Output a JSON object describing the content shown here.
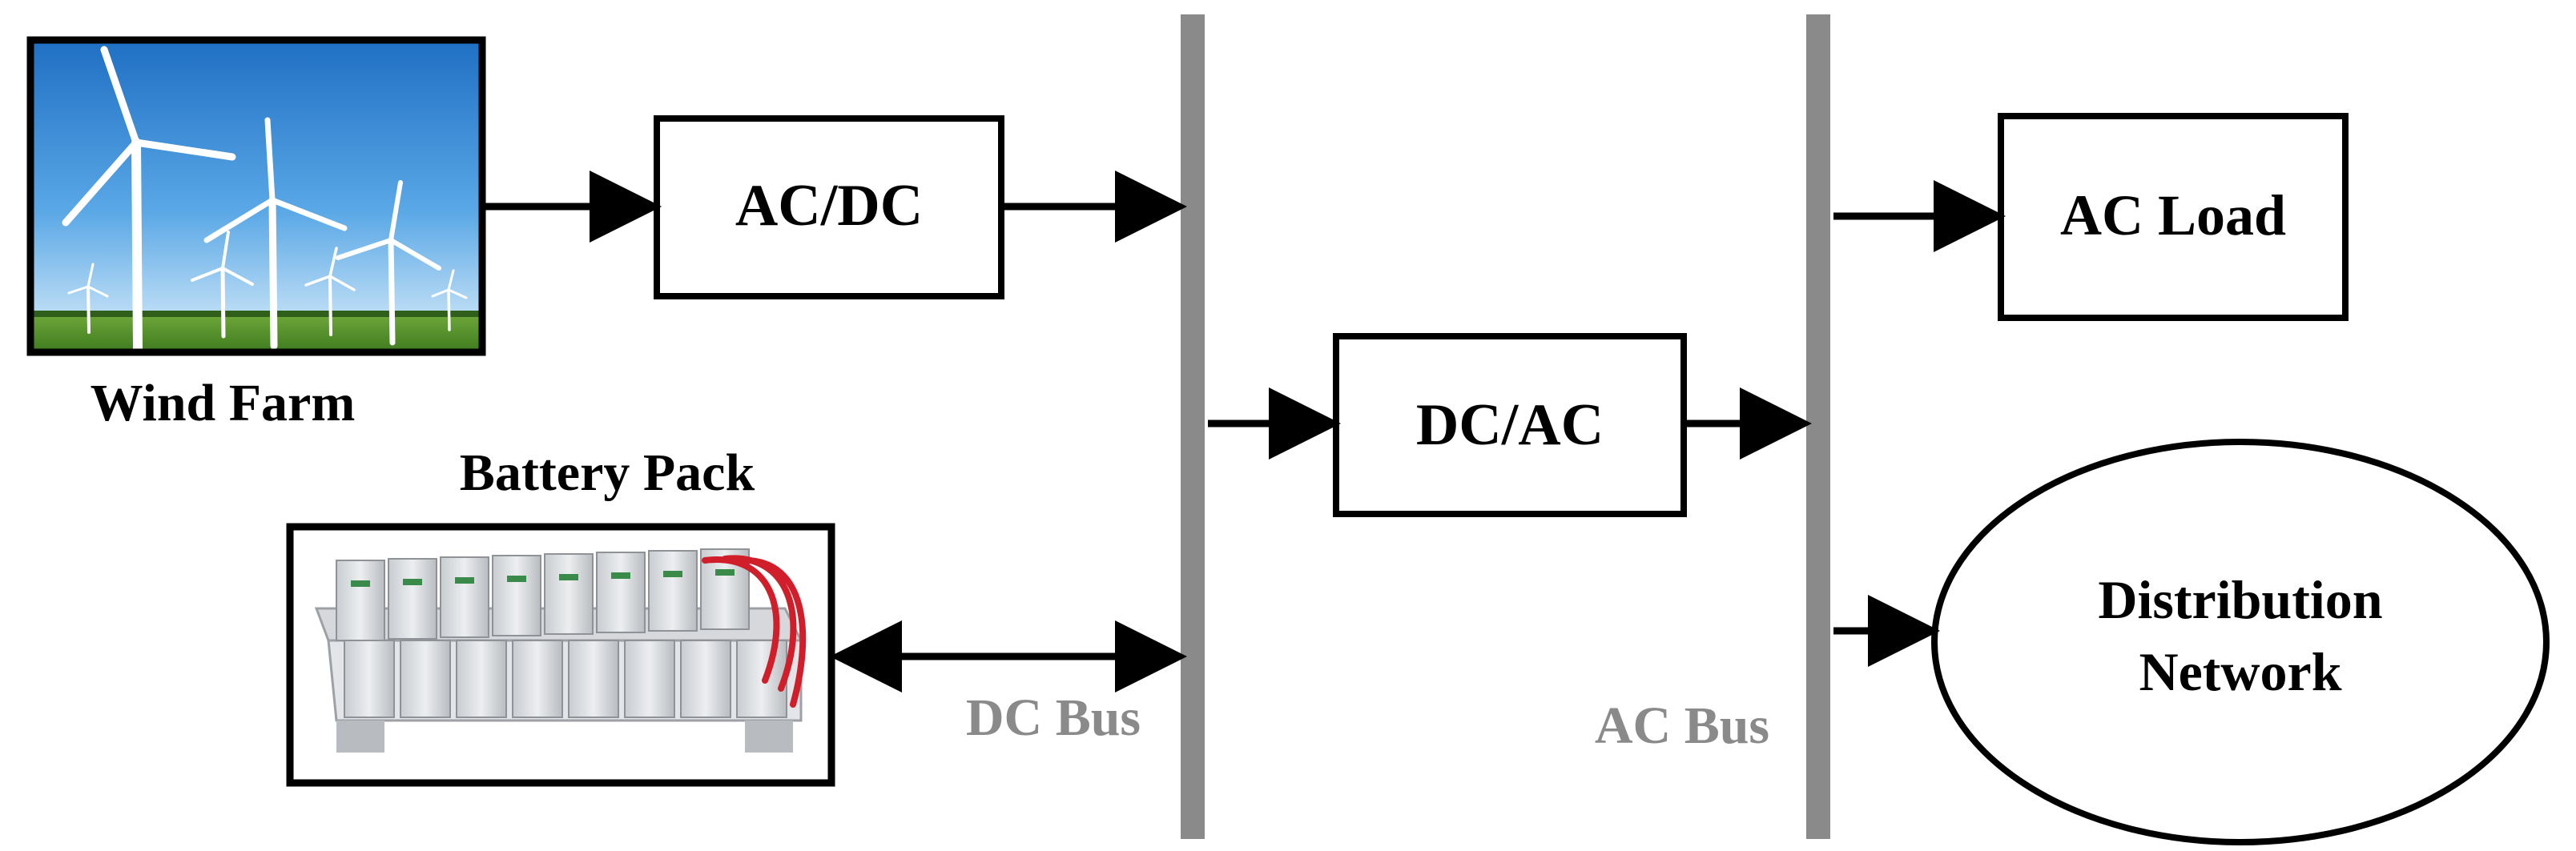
{
  "labels": {
    "wind_farm": "Wind Farm",
    "battery_pack": "Battery Pack",
    "ac_dc": "AC/DC",
    "dc_ac": "DC/AC",
    "ac_load": "AC Load",
    "distribution_line1": "Distribution",
    "distribution_line2": "Network",
    "dc_bus": "DC Bus",
    "ac_bus": "AC Bus"
  },
  "colors": {
    "bus": "#8a8a8a",
    "stroke": "#000000",
    "sky_top": "#1f6fc4",
    "sky_bottom": "#d9ecfa",
    "grass": "#4f8a2a",
    "battery_cable": "#d01f2a"
  },
  "icons": {
    "wind_farm_picture": "wind-turbines-photo",
    "battery_picture": "battery-rack-photo"
  }
}
